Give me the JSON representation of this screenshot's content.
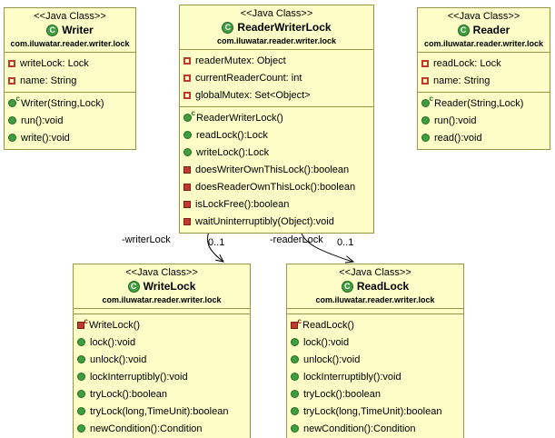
{
  "diagram": {
    "classes": [
      {
        "stereotype": "<<Java Class>>",
        "name": "Writer",
        "package": "com.iluwatar.reader.writer.lock",
        "fields": [
          {
            "icon": "private-field",
            "label": "writeLock: Lock"
          },
          {
            "icon": "private-field",
            "label": "name: String"
          }
        ],
        "methods": [
          {
            "icon": "constructor",
            "label": "Writer(String,Lock)"
          },
          {
            "icon": "public-method",
            "label": "run():void"
          },
          {
            "icon": "public-method",
            "label": "write():void"
          }
        ]
      },
      {
        "stereotype": "<<Java Class>>",
        "name": "ReaderWriterLock",
        "package": "com.iluwatar.reader.writer.lock",
        "fields": [
          {
            "icon": "private-field",
            "label": "readerMutex: Object"
          },
          {
            "icon": "private-field",
            "label": "currentReaderCount: int"
          },
          {
            "icon": "private-field",
            "label": "globalMutex: Set<Object>"
          }
        ],
        "methods": [
          {
            "icon": "constructor",
            "label": "ReaderWriterLock()"
          },
          {
            "icon": "public-method",
            "label": "readLock():Lock"
          },
          {
            "icon": "public-method",
            "label": "writeLock():Lock"
          },
          {
            "icon": "private-method",
            "label": "doesWriterOwnThisLock():boolean"
          },
          {
            "icon": "private-method",
            "label": "doesReaderOwnThisLock():boolean"
          },
          {
            "icon": "private-method",
            "label": "isLockFree():boolean"
          },
          {
            "icon": "private-method",
            "label": "waitUninterruptibly(Object):void"
          }
        ]
      },
      {
        "stereotype": "<<Java Class>>",
        "name": "Reader",
        "package": "com.iluwatar.reader.writer.lock",
        "fields": [
          {
            "icon": "private-field",
            "label": "readLock: Lock"
          },
          {
            "icon": "private-field",
            "label": "name: String"
          }
        ],
        "methods": [
          {
            "icon": "constructor",
            "label": "Reader(String,Lock)"
          },
          {
            "icon": "public-method",
            "label": "run():void"
          },
          {
            "icon": "public-method",
            "label": "read():void"
          }
        ]
      },
      {
        "stereotype": "<<Java Class>>",
        "name": "WriteLock",
        "package": "com.iluwatar.reader.writer.lock",
        "fields": [],
        "methods": [
          {
            "icon": "private-constructor",
            "label": "WriteLock()"
          },
          {
            "icon": "public-method",
            "label": "lock():void"
          },
          {
            "icon": "public-method",
            "label": "unlock():void"
          },
          {
            "icon": "public-method",
            "label": "lockInterruptibly():void"
          },
          {
            "icon": "public-method",
            "label": "tryLock():boolean"
          },
          {
            "icon": "public-method",
            "label": "tryLock(long,TimeUnit):boolean"
          },
          {
            "icon": "public-method",
            "label": "newCondition():Condition"
          }
        ]
      },
      {
        "stereotype": "<<Java Class>>",
        "name": "ReadLock",
        "package": "com.iluwatar.reader.writer.lock",
        "fields": [],
        "methods": [
          {
            "icon": "private-constructor",
            "label": "ReadLock()"
          },
          {
            "icon": "public-method",
            "label": "lock():void"
          },
          {
            "icon": "public-method",
            "label": "unlock():void"
          },
          {
            "icon": "public-method",
            "label": "lockInterruptibly():void"
          },
          {
            "icon": "public-method",
            "label": "tryLock():boolean"
          },
          {
            "icon": "public-method",
            "label": "tryLock(long,TimeUnit):boolean"
          },
          {
            "icon": "public-method",
            "label": "newCondition():Condition"
          }
        ]
      }
    ],
    "edges": [
      {
        "role": "-writerLock",
        "multiplicity": "0..1"
      },
      {
        "role": "-readerLock",
        "multiplicity": "0..1"
      }
    ],
    "colors": {
      "class_fill": "#fdfdc8",
      "class_border": "#96964a",
      "method_green": "#3f9e3f",
      "method_green_dark": "#246b24",
      "field_red": "#c1392e",
      "field_red_dark": "#801f14",
      "edge_color": "#000000"
    }
  }
}
